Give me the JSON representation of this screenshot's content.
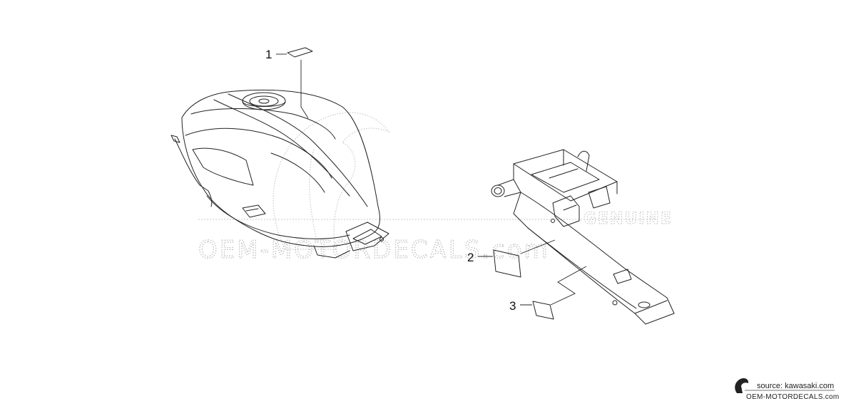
{
  "callouts": {
    "item_1": "1",
    "item_2": "2",
    "item_3": "3"
  },
  "watermark": {
    "main_text": "OEM-MOTORDECALS.com",
    "side_text": "GENUINE"
  },
  "source": {
    "line1": "source: kawasaki.com",
    "line2": "OEM-MOTORDECALS.com"
  },
  "colors": {
    "line_art": "#222222",
    "watermark": "#bdbdbd",
    "background": "#ffffff"
  }
}
